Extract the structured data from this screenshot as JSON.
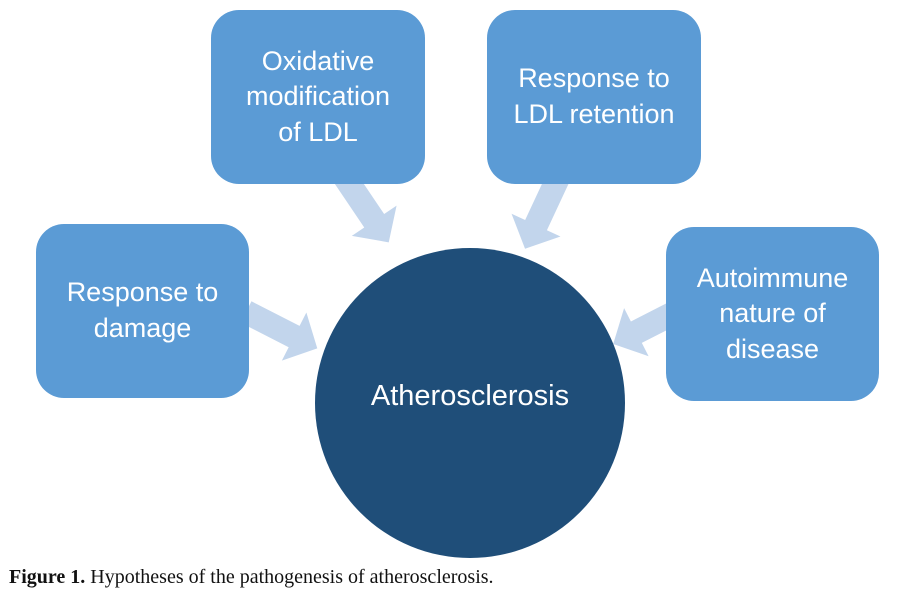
{
  "figure": {
    "center": {
      "label": "Atherosclerosis"
    },
    "hypotheses": [
      {
        "id": "oxidative-modification-of-ldl",
        "label": "Oxidative\nmodification\nof LDL"
      },
      {
        "id": "response-to-ldl-retention",
        "label": "Response to\nLDL retention"
      },
      {
        "id": "response-to-damage",
        "label": "Response to\ndamage"
      },
      {
        "id": "autoimmune-nature-of-disease",
        "label": "Autoimmune\nnature of\ndisease"
      }
    ],
    "caption": {
      "label": "Figure 1.",
      "text": "Hypotheses of the pathogenesis of atherosclerosis."
    },
    "colors": {
      "box_fill": "#5b9bd5",
      "circle_fill": "#1f4e79",
      "arrow_fill": "#c2d5ec",
      "node_text": "#ffffff",
      "caption_text": "#111111",
      "background": "#ffffff"
    }
  }
}
